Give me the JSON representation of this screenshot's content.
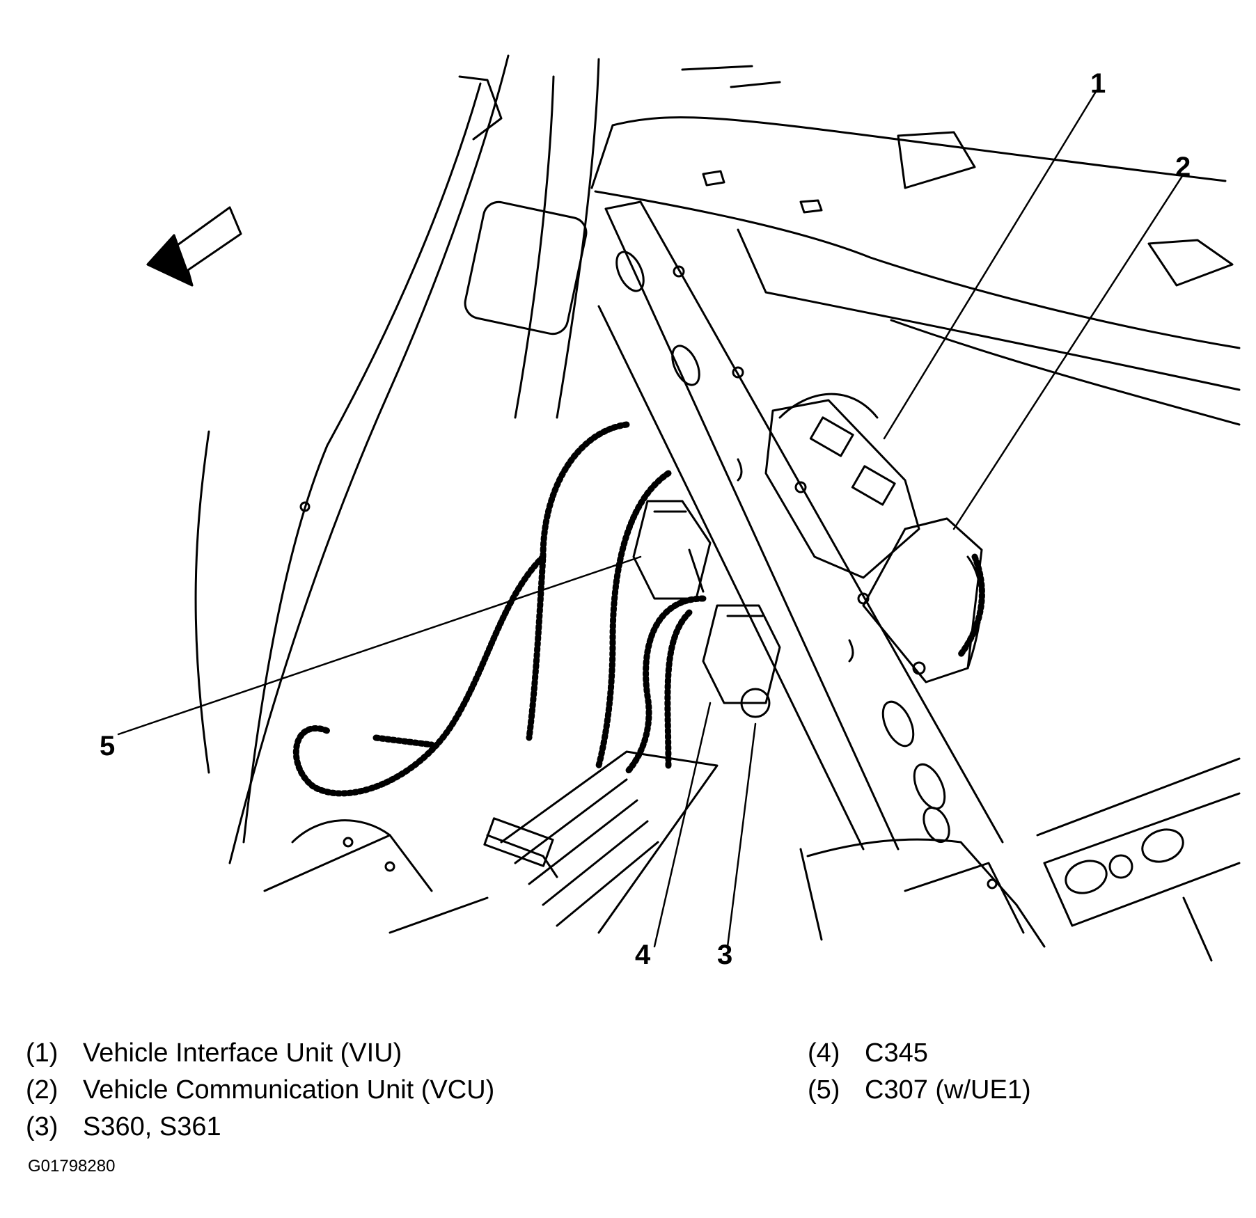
{
  "callouts": [
    "1",
    "2",
    "3",
    "4",
    "5"
  ],
  "legend": [
    {
      "num": "(1)",
      "text": "Vehicle Interface Unit (VIU)"
    },
    {
      "num": "(2)",
      "text": "Vehicle Communication Unit (VCU)"
    },
    {
      "num": "(3)",
      "text": "S360, S361"
    },
    {
      "num": "(4)",
      "text": "C345"
    },
    {
      "num": "(5)",
      "text": "C307 (w/UE1)"
    }
  ],
  "figure_code": "G01798280"
}
